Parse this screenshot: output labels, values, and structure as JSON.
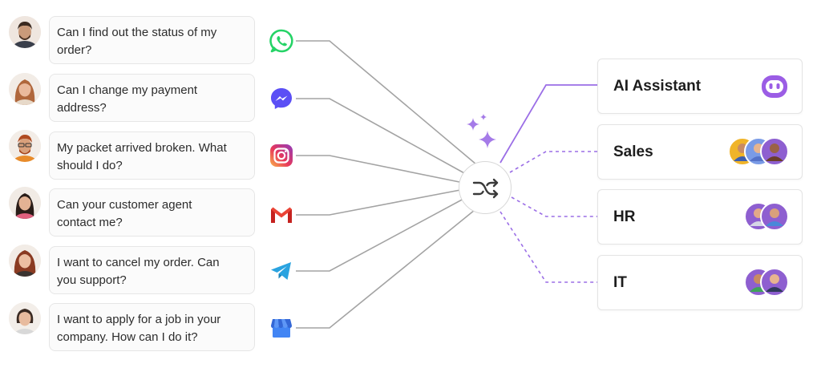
{
  "messages": [
    {
      "line1": "Can I find out the status of my",
      "line2": "order?",
      "channel": "whatsapp-icon"
    },
    {
      "line1": "Can I change my payment",
      "line2": "address?",
      "channel": "messenger-icon"
    },
    {
      "line1": "My packet arrived broken. What",
      "line2": "should I do?",
      "channel": "instagram-icon"
    },
    {
      "line1": "Can your customer agent",
      "line2": "contact me?",
      "channel": "gmail-icon"
    },
    {
      "line1": "I want to cancel my order. Can",
      "line2": "you support?",
      "channel": "telegram-icon"
    },
    {
      "line1": "I want to apply for a job in your",
      "line2": "company. How can I do it?",
      "channel": "google-business-icon"
    }
  ],
  "hub": {
    "icon": "shuffle-icon"
  },
  "departments": [
    {
      "label": "AI Assistant",
      "icon": "bot-icon",
      "agents": 0
    },
    {
      "label": "Sales",
      "icon": "agent-avatars",
      "agents": 3
    },
    {
      "label": "HR",
      "icon": "agent-avatars",
      "agents": 2
    },
    {
      "label": "IT",
      "icon": "agent-avatars",
      "agents": 2
    }
  ],
  "colors": {
    "accent_purple": "#9b6ee6",
    "wire_gray": "#a3a3a3",
    "bubble_bg": "#fbfbfb",
    "whatsapp": "#25d366",
    "messenger": "#5b4ff5",
    "gmail": "#ea4335",
    "telegram": "#2aa3e0",
    "google_business": "#4285f4"
  }
}
